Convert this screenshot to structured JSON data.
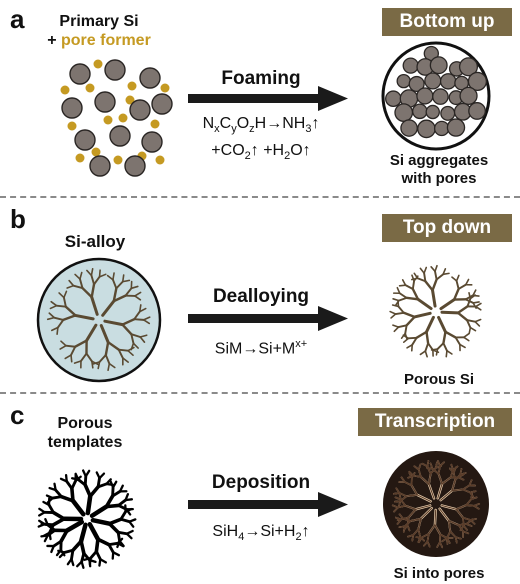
{
  "panels": {
    "a": {
      "label": "a",
      "badge": "Bottom up",
      "left_line1": "Primary Si",
      "left_line2_plus": "+",
      "left_line2_gold": "pore former",
      "process": "Foaming",
      "eq_line1_parts": [
        "N",
        "x",
        "C",
        "y",
        "O",
        "z",
        "H→NH",
        "3",
        "↑"
      ],
      "eq_line2_parts": [
        "+CO",
        "2",
        "↑ +H",
        "2",
        "O↑"
      ],
      "result_line1": "Si aggregates",
      "result_line2": "with pores"
    },
    "b": {
      "label": "b",
      "badge": "Top down",
      "left_label": "Si-alloy",
      "process": "Dealloying",
      "eq_parts": [
        "SiM→Si+M",
        "x+"
      ],
      "result": "Porous Si"
    },
    "c": {
      "label": "c",
      "badge": "Transcription",
      "left_line1": "Porous",
      "left_line2": "templates",
      "process": "Deposition",
      "eq_parts": [
        "SiH",
        "4",
        "→Si+H",
        "2",
        "↑"
      ],
      "result": "Si into pores"
    }
  },
  "colors": {
    "badge_bg": "#7a6a45",
    "pore_former": "#c59a22",
    "si_particle": "#7d746f",
    "alloy_fill": "#c9dde1",
    "branch": "#5a4a32",
    "template": "#000000",
    "arrow": "#1a1a1a"
  }
}
